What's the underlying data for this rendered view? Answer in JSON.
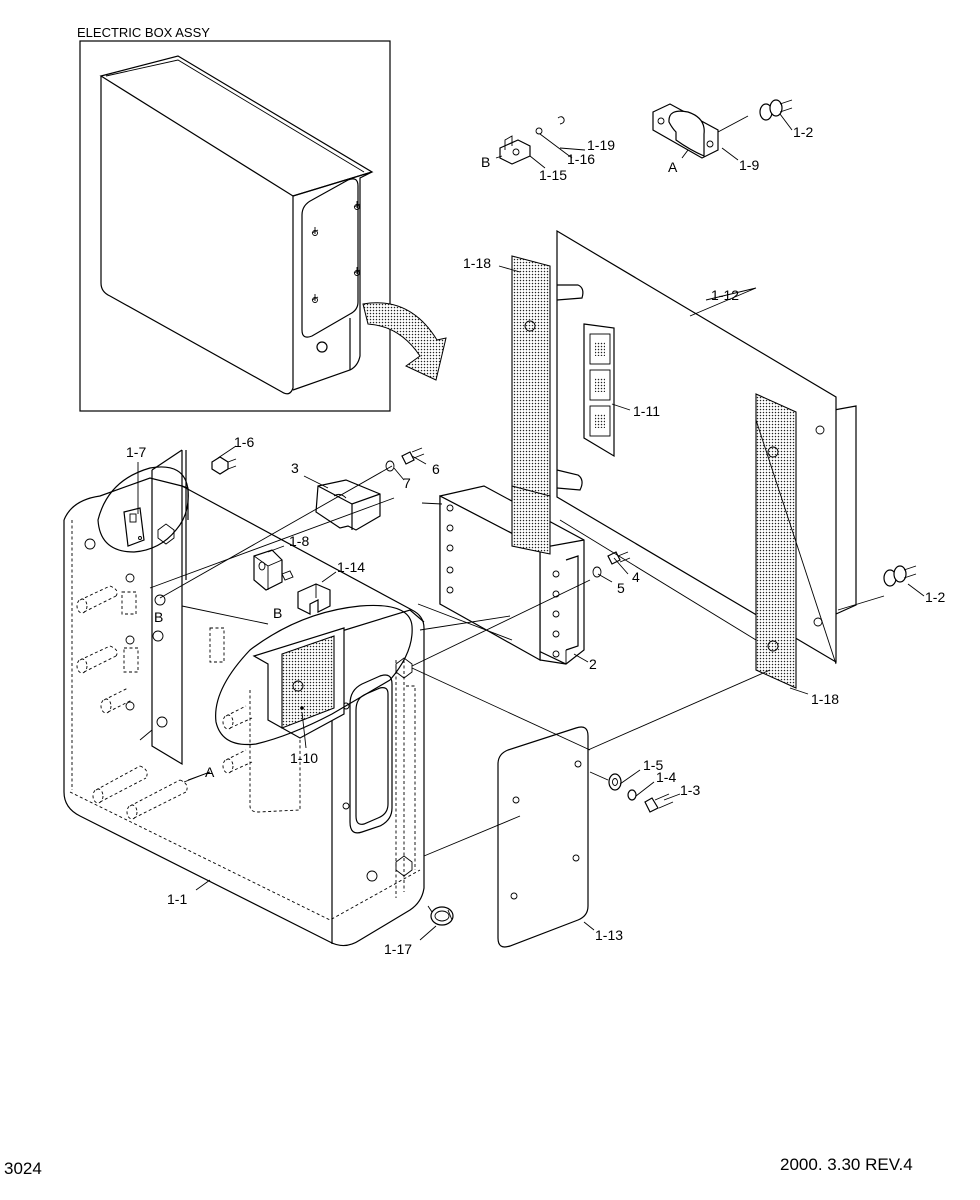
{
  "title": "ELECTRIC BOX ASSY",
  "page_number": "3024",
  "revision": "2000. 3.30  REV.4",
  "callouts": {
    "c1_19": "1-19",
    "c1_16": "1-16",
    "c1_15": "1-15",
    "cB_top": "B",
    "cA_top": "A",
    "c1_9": "1-9",
    "c1_2_top": "1-2",
    "c1_18_left": "1-18",
    "c1_12": "1-12",
    "c1_11": "1-11",
    "c1_7": "1-7",
    "c1_6": "1-6",
    "c3": "3",
    "c7": "7",
    "c6": "6",
    "c1_8": "1-8",
    "c1_14": "1-14",
    "cB_mid": "B",
    "cB_left": "B",
    "c4": "4",
    "c5": "5",
    "c1_2_right": "1-2",
    "c2": "2",
    "c1_10": "1-10",
    "c1_18_right": "1-18",
    "cA_bottom": "A",
    "c1_5": "1-5",
    "c1_4": "1-4",
    "c1_3": "1-3",
    "c1_1": "1-1",
    "c1_13": "1-13",
    "c1_17": "1-17"
  }
}
